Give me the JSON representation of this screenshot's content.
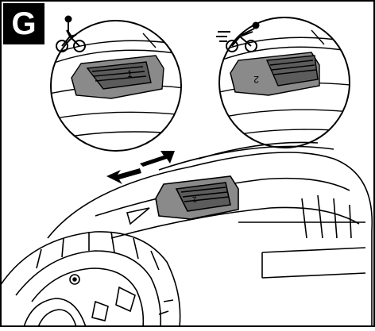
{
  "figure": {
    "label": "G",
    "left_detail": {
      "icon": "bicycle-slow-rider-icon",
      "switch_mark": "1"
    },
    "right_detail": {
      "icon": "bicycle-fast-rider-icon",
      "switch_mark": "2"
    },
    "main_switch_mark": "2",
    "arrows": "double-direction-arrows-icon",
    "colors": {
      "ink": "#000000",
      "switch_fill": "#8a8a8a",
      "switch_dark": "#5c5c5c",
      "background": "#ffffff"
    }
  }
}
